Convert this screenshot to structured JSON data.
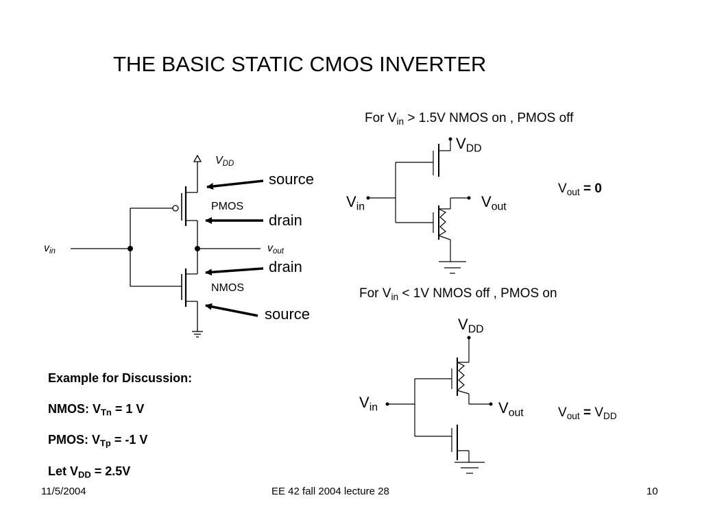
{
  "title": "THE BASIC STATIC CMOS INVERTER",
  "main_circuit": {
    "vdd_main": "V",
    "vdd_sub": "DD",
    "vin_main": "v",
    "vin_sub": "in",
    "vout_main": "v",
    "vout_sub": "out",
    "pmos": "PMOS",
    "nmos": "NMOS",
    "pmos_source": "source",
    "pmos_drain": "drain",
    "nmos_drain": "drain",
    "nmos_source": "source"
  },
  "case1": {
    "heading_pre": "For V",
    "heading_sub": "in",
    "heading_post": " >  1.5V    NMOS on , PMOS off",
    "vdd_main": "V",
    "vdd_sub": "DD",
    "vin_main": "V",
    "vin_sub": "in",
    "vout_main": "V",
    "vout_sub": "out",
    "result_main": "V",
    "result_sub": "out",
    "result_eq": " = 0"
  },
  "case2": {
    "heading_pre": "For V",
    "heading_sub": "in",
    "heading_post": " <  1V   NMOS off , PMOS on",
    "vdd_main": "V",
    "vdd_sub": "DD",
    "vin_main": "V",
    "vin_sub": "in",
    "vout_main": "V",
    "vout_sub": "out",
    "result_main": "V",
    "result_sub": "out",
    "result_eq": " = ",
    "result_rhs_main": "V",
    "result_rhs_sub": "DD"
  },
  "example": {
    "heading": "Example for Discussion:",
    "nmos_pre": "NMOS:   V",
    "nmos_sub": "Tn",
    "nmos_post": " =  1 V",
    "pmos_pre": "PMOS:   V",
    "pmos_sub": "Tp",
    "pmos_post": " = -1 V",
    "let_pre": "Let V",
    "let_sub": "DD",
    "let_post": " = 2.5V"
  },
  "footer": {
    "date": "11/5/2004",
    "course": "EE 42 fall 2004 lecture 28",
    "page": "10"
  }
}
